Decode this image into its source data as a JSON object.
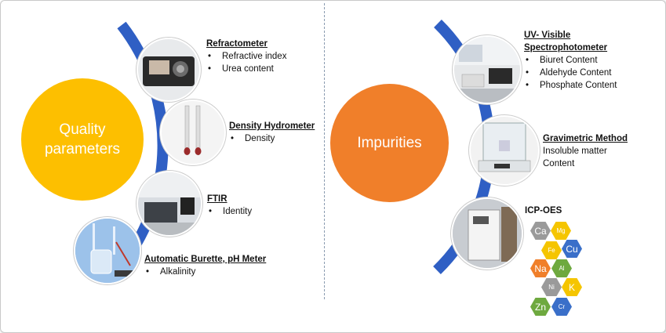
{
  "left": {
    "circle_label": "Quality parameters",
    "items": [
      {
        "title": "Refractometer",
        "bullets": [
          "Refractive index",
          "Urea content"
        ]
      },
      {
        "title": "Density Hydrometer",
        "bullets": [
          "Density"
        ]
      },
      {
        "title": "FTIR",
        "bullets": [
          "Identity"
        ]
      },
      {
        "title": "Automatic Burette, pH Meter",
        "bullets": [
          "Alkalinity"
        ]
      }
    ]
  },
  "right": {
    "circle_label": "Impurities",
    "items": [
      {
        "title_line1": "UV- Visible",
        "title_line2": "Spectrophotometer",
        "bullets": [
          "Biuret Content",
          "Aldehyde Content",
          "Phosphate Content"
        ]
      },
      {
        "title": "Gravimetric Method",
        "text_line1": "Insoluble matter",
        "text_line2": "Content"
      },
      {
        "title": "ICP-OES"
      }
    ],
    "elements": [
      "Ca",
      "Mg",
      "Fe",
      "Cu",
      "Na",
      "Al",
      "Ni",
      "K",
      "Zn",
      "Cr"
    ]
  },
  "colors": {
    "arc": "#2f5fc4",
    "quality_circle": "#fdbf00",
    "impurities_circle": "#f07f2a",
    "ca": "#9a9a9a",
    "mg": "#f5c500",
    "fe": "#f5c500",
    "cu": "#3a6fc9",
    "na": "#f07f2a",
    "al": "#6ea93f",
    "ni": "#9a9a9a",
    "k": "#f5c500",
    "zn": "#6ea93f",
    "cr": "#3a6fc9"
  }
}
